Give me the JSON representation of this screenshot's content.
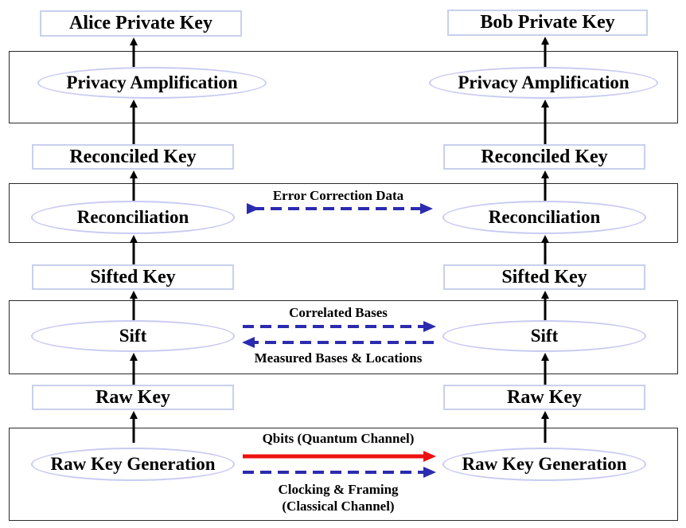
{
  "alice": {
    "private_key": "Alice Private Key",
    "privacy_amplification": "Privacy Amplification",
    "reconciled_key": "Reconciled Key",
    "reconciliation": "Reconciliation",
    "sifted_key": "Sifted Key",
    "sift": "Sift",
    "raw_key": "Raw Key",
    "raw_key_generation": "Raw Key Generation"
  },
  "bob": {
    "private_key": "Bob Private Key",
    "privacy_amplification": "Privacy Amplification",
    "reconciled_key": "Reconciled Key",
    "reconciliation": "Reconciliation",
    "sifted_key": "Sifted Key",
    "sift": "Sift",
    "raw_key": "Raw Key",
    "raw_key_generation": "Raw Key Generation"
  },
  "channels": {
    "error_correction": "Error Correction Data",
    "correlated_bases": "Correlated Bases",
    "measured_bases": "Measured Bases & Locations",
    "qbits": "Qbits (Quantum Channel)",
    "clocking_line1": "Clocking & Framing",
    "clocking_line2": "(Classical Channel)"
  },
  "colors": {
    "quantum_channel": "#ee1111",
    "classical_channel": "#2b2bb0",
    "flow_arrow": "#000000"
  }
}
